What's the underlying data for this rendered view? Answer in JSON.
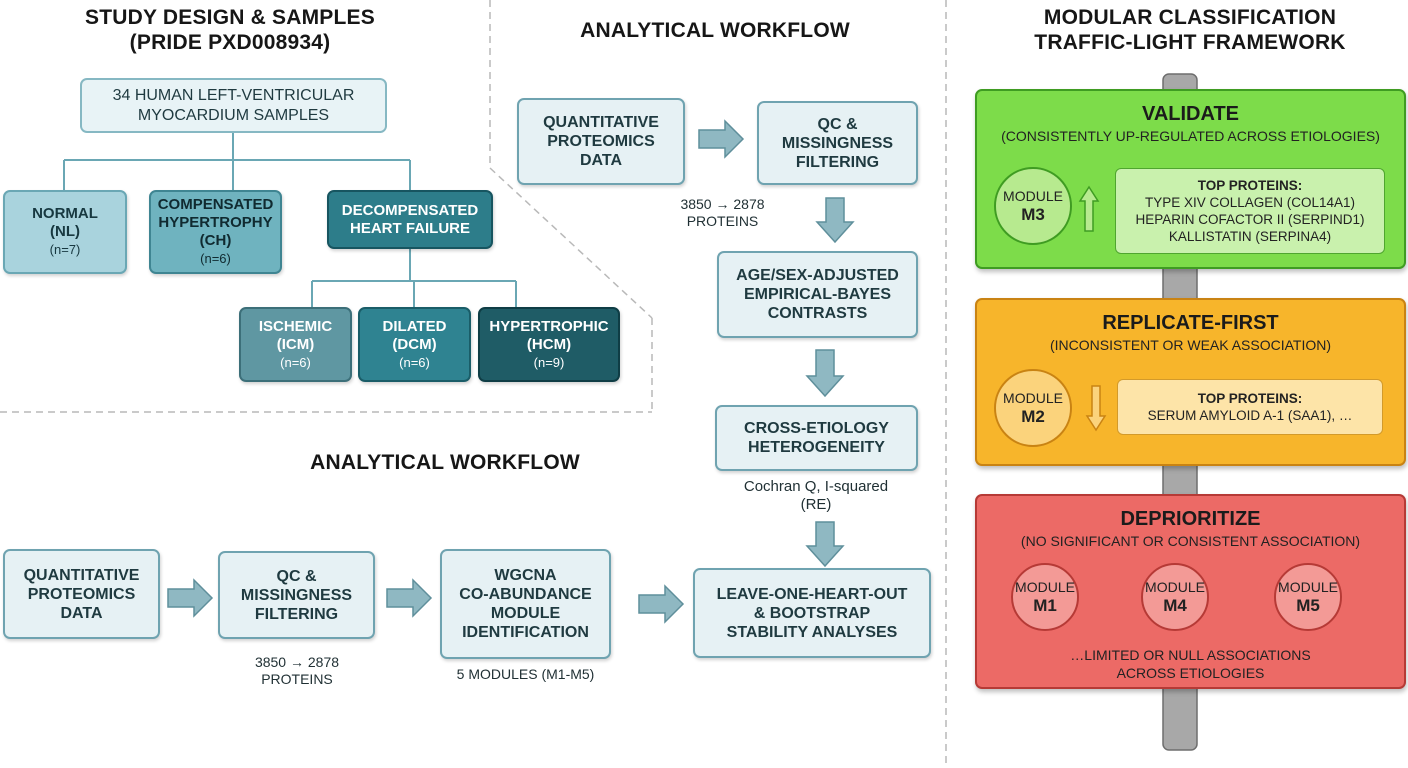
{
  "study": {
    "title_line1": "STUDY DESIGN & SAMPLES",
    "title_line2": "(PRIDE PXD008934)",
    "root_line1": "34 HUMAN LEFT-VENTRICULAR",
    "root_line2": "MYOCARDIUM SAMPLES",
    "normal": {
      "line1": "NORMAL",
      "line2": "(NL)",
      "n": "(n=7)"
    },
    "ch": {
      "line1": "COMPENSATED",
      "line2": "HYPERTROPHY",
      "line3": "(CH)",
      "n": "(n=6)"
    },
    "dhf": {
      "line1": "DECOMPENSATED",
      "line2": "HEART FAILURE"
    },
    "icm": {
      "line1": "ISCHEMIC",
      "line2": "(ICM)",
      "n": "(n=6)"
    },
    "dcm": {
      "line1": "DILATED",
      "line2": "(DCM)",
      "n": "(n=6)"
    },
    "hcm": {
      "line1": "HYPERTROPHIC",
      "line2": "(HCM)",
      "n": "(n=9)"
    }
  },
  "workflow_top": {
    "title": "ANALYTICAL WORKFLOW",
    "quant": [
      "QUANTITATIVE",
      "PROTEOMICS",
      "DATA"
    ],
    "qc": [
      "QC &",
      "MISSINGNESS",
      "FILTERING"
    ],
    "qc_note": [
      "3850 → 2878",
      "PROTEINS"
    ],
    "eb": [
      "AGE/SEX-ADJUSTED",
      "EMPIRICAL-BAYES",
      "CONTRASTS"
    ],
    "het": [
      "CROSS-ETIOLOGY",
      "HETEROGENEITY"
    ],
    "het_note": [
      "Cochran Q, I-squared",
      "(RE)"
    ]
  },
  "workflow_bottom": {
    "title": "ANALYTICAL WORKFLOW",
    "quant": [
      "QUANTITATIVE",
      "PROTEOMICS",
      "DATA"
    ],
    "qc": [
      "QC &",
      "MISSINGNESS",
      "FILTERING"
    ],
    "qc_note": [
      "3850 → 2878",
      "PROTEINS"
    ],
    "wgcna": [
      "WGCNA",
      "CO-ABUNDANCE",
      "MODULE",
      "IDENTIFICATION"
    ],
    "wgcna_note": "5 MODULES (M1-M5)",
    "loo": [
      "LEAVE-ONE-HEART-OUT",
      "& BOOTSTRAP",
      "STABILITY ANALYSES"
    ]
  },
  "framework": {
    "title_line1": "MODULAR CLASSIFICATION",
    "title_line2": "TRAFFIC-LIGHT FRAMEWORK",
    "validate": {
      "title": "VALIDATE",
      "subtitle": "(CONSISTENTLY UP-REGULATED ACROSS ETIOLOGIES)",
      "module_label": "MODULE",
      "module_id": "M3",
      "top_header": "TOP PROTEINS:",
      "proteins": [
        "TYPE XIV COLLAGEN (COL14A1)",
        "HEPARIN COFACTOR II (SERPIND1)",
        "KALLISTATIN (SERPINA4)"
      ],
      "color": "#7ddc4a"
    },
    "replicate": {
      "title": "REPLICATE-FIRST",
      "subtitle": "(INCONSISTENT OR WEAK ASSOCIATION)",
      "module_label": "MODULE",
      "module_id": "M2",
      "top_header": "TOP PROTEINS:",
      "proteins": [
        "SERUM AMYLOID A-1 (SAA1), …"
      ],
      "color": "#f7b52b"
    },
    "deprioritize": {
      "title": "DEPRIORITIZE",
      "subtitle": "(NO SIGNIFICANT OR CONSISTENT ASSOCIATION)",
      "modules": [
        {
          "label": "MODULE",
          "id": "M1"
        },
        {
          "label": "MODULE",
          "id": "M4"
        },
        {
          "label": "MODULE",
          "id": "M5"
        }
      ],
      "note_line1": "…LIMITED OR NULL ASSOCIATIONS",
      "note_line2": "ACROSS ETIOLOGIES",
      "color": "#ec6a66"
    }
  }
}
